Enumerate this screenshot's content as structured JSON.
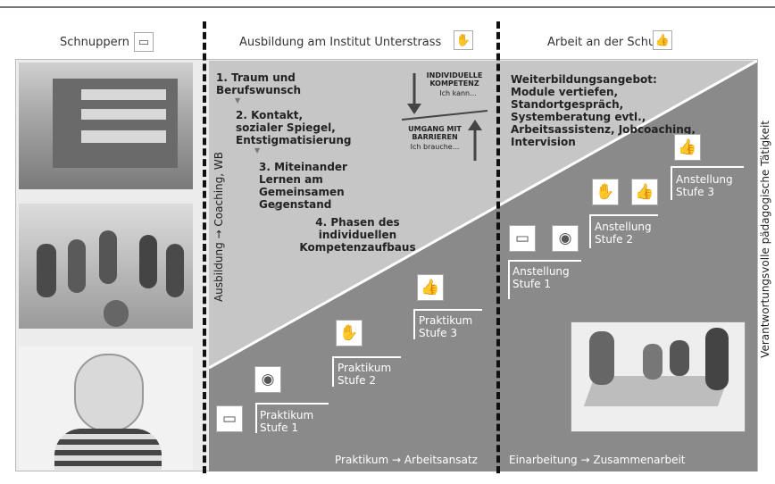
{
  "header": {
    "col1": "Schnuppern",
    "col2": "Ausbildung am Institut Unterstrass",
    "col3": "Arbeit an der Schule"
  },
  "icons": {
    "col1": "door-sign-icon",
    "col2": "raised-hand-icon",
    "col3": "thumbs-up-icon",
    "eye": "eye-icon"
  },
  "training_steps": [
    "1. Traum und Berufswunsch",
    "2. Kontakt, sozialer Spiegel, Entstigmatisierung",
    "3. Miteinander Lernen am Gemeinsamen Gegenstand",
    "4. Phasen des individuellen Kompetenzaufbaus"
  ],
  "competence": {
    "individual": "INDIVIDUELLE KOMPETENZ",
    "individual_sub": "Ich kann...",
    "barriers": "UMGANG MIT BARRIEREN",
    "barriers_sub": "Ich brauche..."
  },
  "vertical_left": "Ausbildung → Coaching, WB",
  "vertical_right": "Verantwortungsvolle pädagogische Tätigkeit",
  "weiterbildung": "Weiterbildungsangebot: Module vertiefen, Standortgespräch, Systemberatung evtl., Arbeitsassistenz, Jobcoaching, Intervision",
  "praktikum": [
    {
      "line1": "Praktikum",
      "line2": "Stufe 1"
    },
    {
      "line1": "Praktikum",
      "line2": "Stufe 2"
    },
    {
      "line1": "Praktikum",
      "line2": "Stufe 3"
    }
  ],
  "anstellung": [
    {
      "line1": "Anstellung",
      "line2": "Stufe 1"
    },
    {
      "line1": "Anstellung",
      "line2": "Stufe 2"
    },
    {
      "line1": "Anstellung",
      "line2": "Stufe 3"
    }
  ],
  "footer": {
    "left": "Praktikum → Arbeitsansatz",
    "right": "Einarbeitung → Zusammenarbeit"
  },
  "colors": {
    "dark": "#8a8a8a",
    "light": "#c6c6c6",
    "panel": "#ececec"
  }
}
